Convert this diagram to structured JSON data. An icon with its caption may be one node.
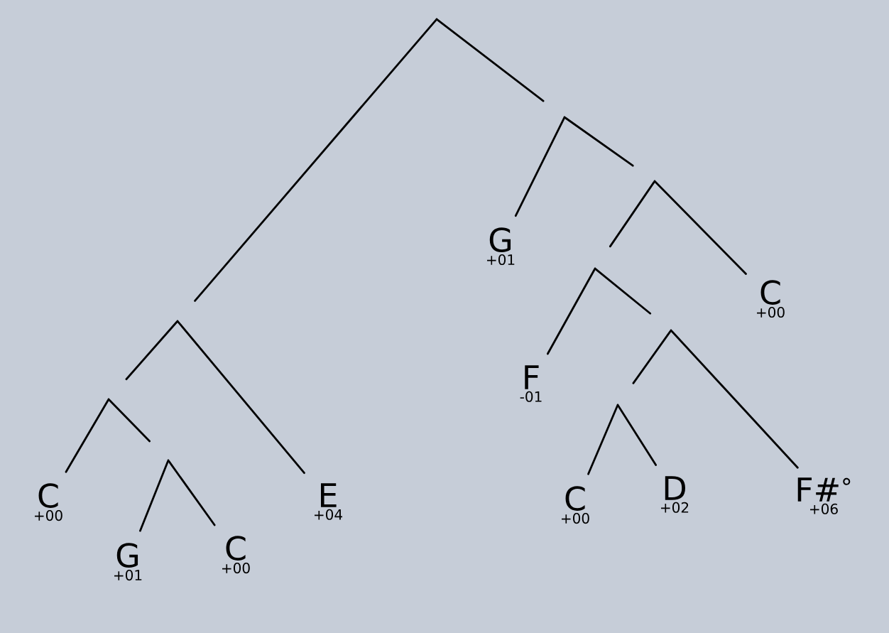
{
  "diagram": {
    "nodes": [
      {
        "text": [],
        "shape": "point"
      },
      {
        "text": [],
        "shape": "point"
      },
      {
        "text": [],
        "shape": "point"
      },
      {
        "text": [
          "C",
          "+00"
        ]
      },
      {
        "text": [],
        "shape": "point"
      },
      {
        "text": [
          "G",
          "+01"
        ]
      },
      {
        "text": [
          "C",
          "+00"
        ]
      },
      {
        "text": [
          "E",
          "+04"
        ]
      },
      {
        "text": [],
        "shape": "point"
      },
      {
        "text": [
          "G",
          "+01"
        ]
      },
      {
        "text": [],
        "shape": "point"
      },
      {
        "text": [],
        "shape": "point"
      },
      {
        "text": [
          "F",
          "-01"
        ]
      },
      {
        "text": [],
        "shape": "point"
      },
      {
        "text": [],
        "shape": "point"
      },
      {
        "text": [
          "C",
          "+00"
        ]
      },
      {
        "text": [
          "D",
          "+02"
        ]
      },
      {
        "text": [
          "F#$^{°}$",
          "+06"
        ]
      },
      {
        "text": [
          "C",
          "+00"
        ]
      }
    ],
    "edges": [
      {
        "from": 0,
        "to": 1,
        "arrow": "none"
      },
      {
        "from": 0,
        "to": 8,
        "arrow": "none"
      },
      {
        "from": 1,
        "to": 2,
        "arrow": "none"
      },
      {
        "from": 1,
        "to": 7,
        "arrow": "none"
      },
      {
        "from": 2,
        "to": 3,
        "arrow": "none"
      },
      {
        "from": 2,
        "to": 4,
        "arrow": "none"
      },
      {
        "from": 4,
        "to": 5,
        "arrow": "none"
      },
      {
        "from": 4,
        "to": 6,
        "arrow": "none"
      },
      {
        "from": 8,
        "to": 9,
        "arrow": "none"
      },
      {
        "from": 8,
        "to": 10,
        "arrow": "none"
      },
      {
        "from": 10,
        "to": 11,
        "arrow": "none"
      },
      {
        "from": 10,
        "to": 18,
        "arrow": "none"
      },
      {
        "from": 11,
        "to": 12,
        "arrow": "none"
      },
      {
        "from": 11,
        "to": 13,
        "arrow": "none"
      },
      {
        "from": 13,
        "to": 14,
        "arrow": "none"
      },
      {
        "from": 13,
        "to": 17,
        "arrow": "none"
      },
      {
        "from": 14,
        "to": 15,
        "arrow": "none"
      },
      {
        "from": 14,
        "to": 16,
        "arrow": "none"
      }
    ]
  }
}
